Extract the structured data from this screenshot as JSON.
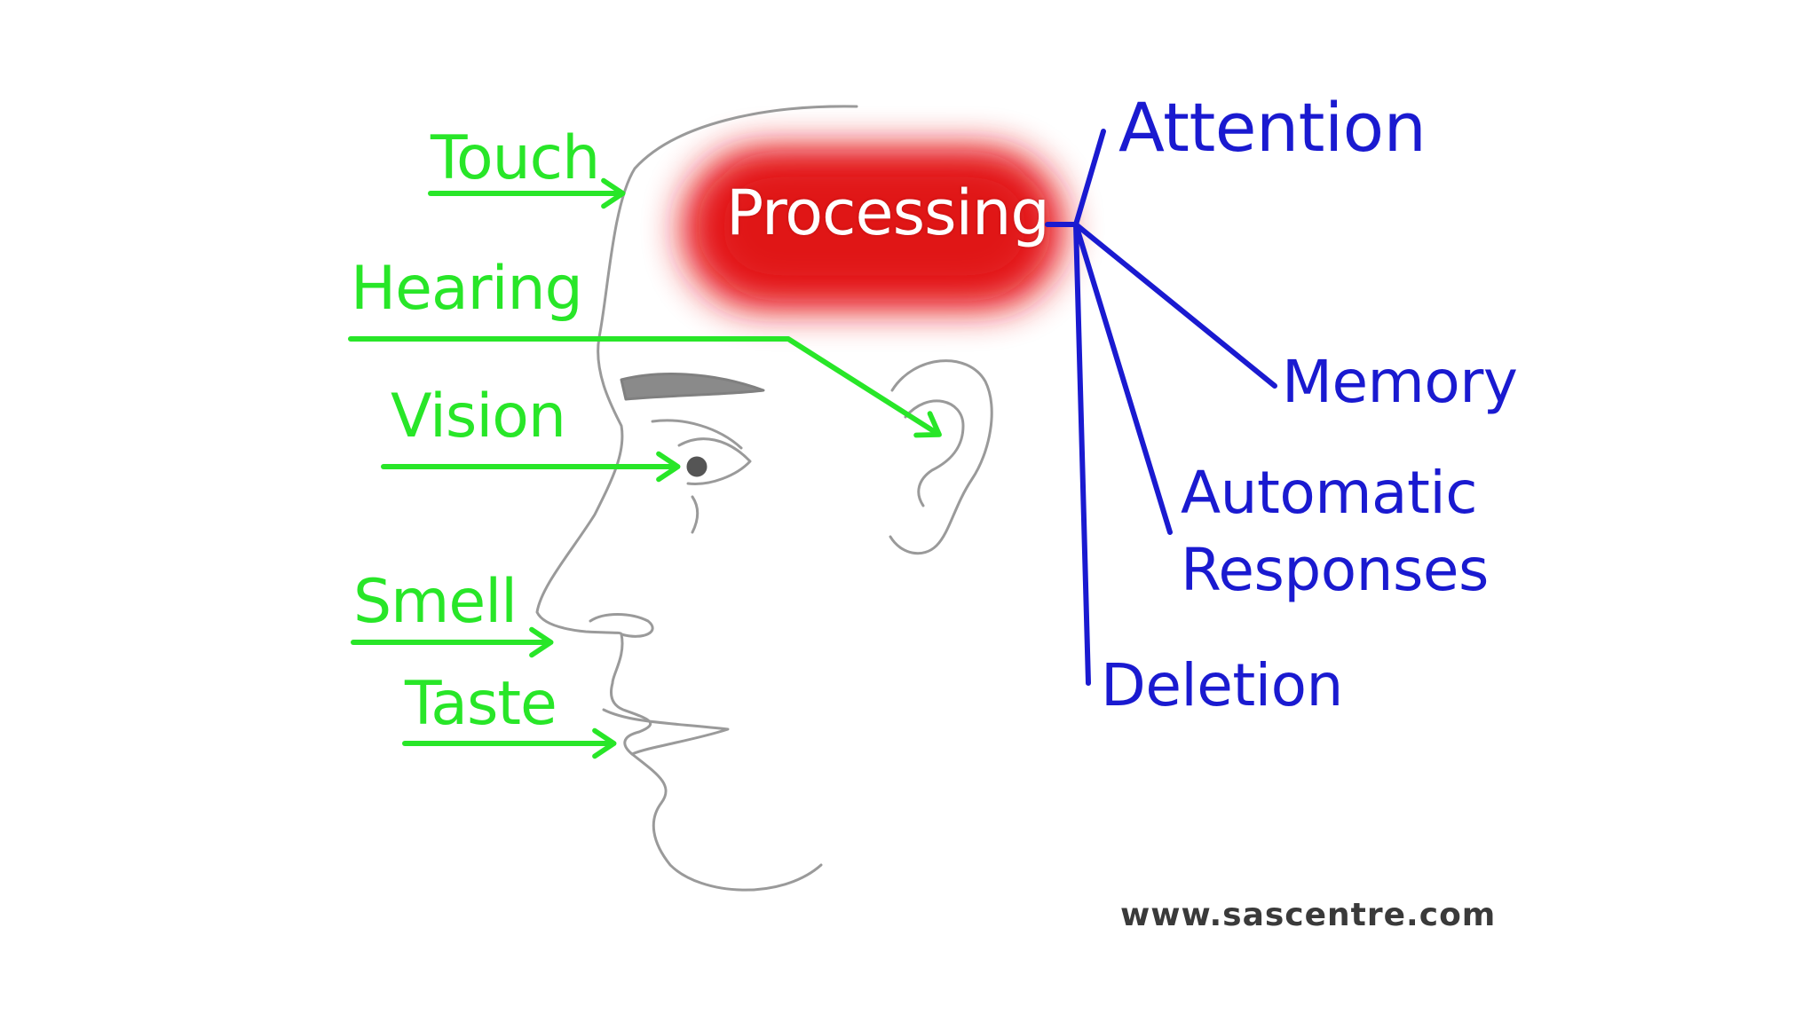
{
  "center": {
    "label": "Processing"
  },
  "inputs": [
    {
      "label": "Touch"
    },
    {
      "label": "Hearing"
    },
    {
      "label": "Vision"
    },
    {
      "label": "Smell"
    },
    {
      "label": "Taste"
    }
  ],
  "outputs": [
    {
      "label": "Attention"
    },
    {
      "label": "Memory"
    },
    {
      "label": "Automatic\nResponses"
    },
    {
      "label": "Deletion"
    }
  ],
  "footer": {
    "website": "www.sascentre.com"
  },
  "colors": {
    "input": "#28e628",
    "output": "#1a1ad0",
    "processing": "#e8161c",
    "face_outline": "#9a9a9a",
    "website": "#3a3a3a"
  }
}
